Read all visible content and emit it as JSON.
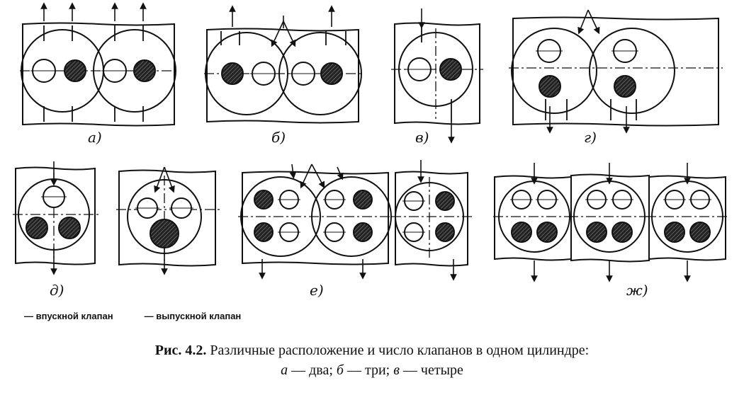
{
  "panels": [
    {
      "id": "a",
      "label": "а)"
    },
    {
      "id": "b",
      "label": "б)"
    },
    {
      "id": "v",
      "label": "в)"
    },
    {
      "id": "g",
      "label": "г)"
    },
    {
      "id": "d",
      "label": "д)"
    },
    {
      "id": "e",
      "label": "е)"
    },
    {
      "id": "zh",
      "label": "ж)"
    }
  ],
  "legend": {
    "intake": "— впускной клапан",
    "exhaust": "— выпускной клапан"
  },
  "caption": {
    "fig_number": "Рис. 4.2.",
    "title": "Различные расположение и число клапанов в одном цилиндре:",
    "a": "а",
    "a_text": "— два;",
    "b": "б",
    "b_text": "— три;",
    "v": "в",
    "v_text": "— четыре"
  },
  "colors": {
    "ink": "#111111",
    "paper": "#ffffff"
  }
}
